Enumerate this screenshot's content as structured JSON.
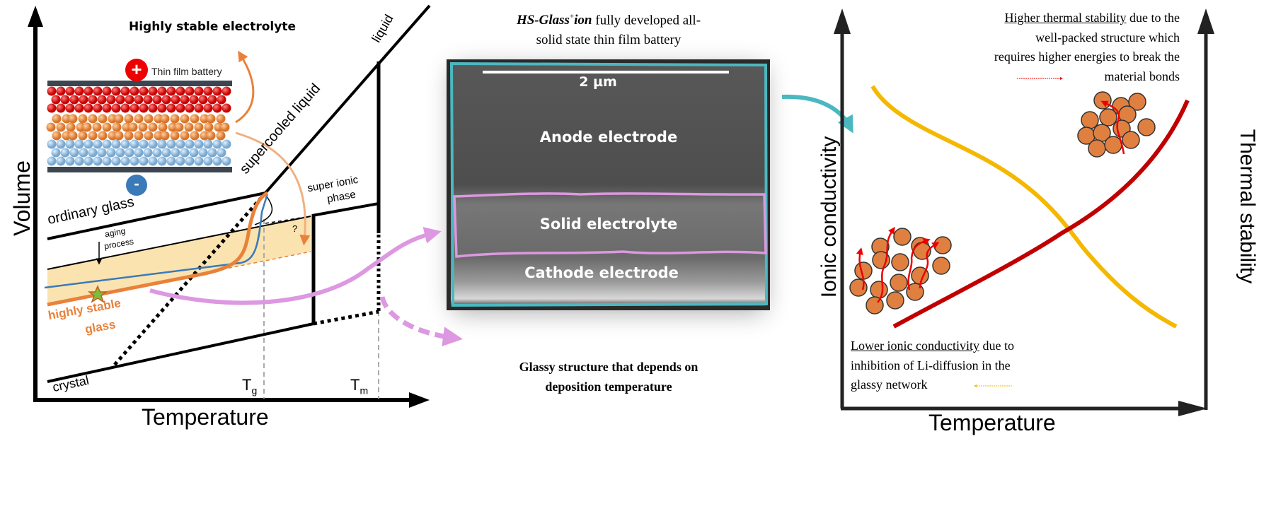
{
  "left_panel": {
    "title": "Highly stable electrolyte",
    "battery_label": "Thin film battery",
    "plus_symbol": "+",
    "minus_symbol": "-",
    "y_axis_label": "Volume",
    "x_axis_label": "Temperature",
    "labels": {
      "liquid": "liquid",
      "supercooled_liquid": "supercooled liquid",
      "ordinary_glass": "ordinary glass",
      "aging_process_1": "aging",
      "aging_process_2": "process",
      "super_ionic_1": "super ionic",
      "super_ionic_2": "phase",
      "question": "?",
      "highly_stable_1": "highly stable",
      "highly_stable_2": "glass",
      "crystal": "crystal",
      "tg": "T",
      "tg_sub": "g",
      "tm": "T",
      "tm_sub": "m"
    }
  },
  "middle_panel": {
    "title_italic": "HS-Glass",
    "title_sup": "+",
    "title_italic2": "ion",
    "title_rest_1": " fully developed all-",
    "title_line_2": "solid state thin film battery",
    "scale_bar": "2 µm",
    "layers": [
      "Anode electrode",
      "Solid electrolyte",
      "Cathode electrode"
    ],
    "caption_1": "Glassy structure that depends on",
    "caption_2": "deposition temperature"
  },
  "right_panel": {
    "left_axis_label": "Ionic conductivity",
    "right_axis_label": "Thermal stability",
    "x_axis_label": "Temperature",
    "top_note_underlined": "Higher thermal stability",
    "top_note_1": " due to the",
    "top_note_2": "well-packed structure which",
    "top_note_3": "requires higher energies to break the",
    "top_note_4": "material bonds",
    "bottom_note_underlined": "Lower ionic conductivity",
    "bottom_note_1": " due to",
    "bottom_note_2": "inhibition of Li-diffusion in the",
    "bottom_note_3": "glassy network"
  },
  "colors": {
    "orange": "#e8823a",
    "blue": "#3a7ab8",
    "band": "#fbe3b0",
    "pink": "#dc98e0",
    "teal": "#4bb8c0",
    "yellow": "#f5b800",
    "red": "#c00000"
  }
}
